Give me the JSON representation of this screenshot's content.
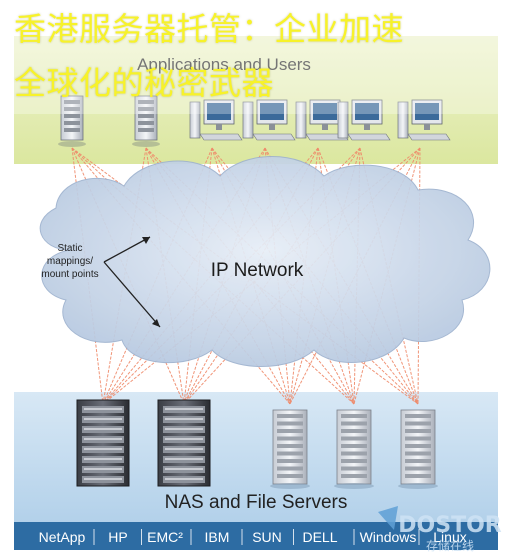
{
  "overlay": {
    "title_line1": "香港服务器托管：企业加速",
    "title_line2": "全球化的秘密武器",
    "title_color": "#f7f22a"
  },
  "diagram": {
    "top_label": "Applications and Users",
    "cloud_label": "IP Network",
    "annotation": [
      "Static",
      "mappings/",
      "mount points"
    ],
    "bottom_label": "NAS and File Servers",
    "vendors": [
      "NetApp",
      "HP",
      "EMC²",
      "IBM",
      "SUN",
      "DELL",
      "Windows",
      "Linux"
    ],
    "clients": [
      {
        "kind": "server-tower"
      },
      {
        "kind": "server-tower"
      },
      {
        "kind": "workstation"
      },
      {
        "kind": "workstation"
      },
      {
        "kind": "workstation"
      },
      {
        "kind": "workstation"
      },
      {
        "kind": "workstation"
      }
    ],
    "servers": [
      {
        "kind": "rack-large"
      },
      {
        "kind": "rack-large"
      },
      {
        "kind": "rack-small"
      },
      {
        "kind": "rack-small"
      },
      {
        "kind": "rack-small"
      }
    ],
    "colors": {
      "top_band": "#e3ecb0",
      "bottom_band": "#c2dbef",
      "vendor_bar": "#2d6ca3",
      "link_lines": "#ef8a6a",
      "cloud_fill": "#c5d4e8"
    }
  },
  "watermark": {
    "text": "DOSTOR",
    "subtext": "存储在线"
  }
}
